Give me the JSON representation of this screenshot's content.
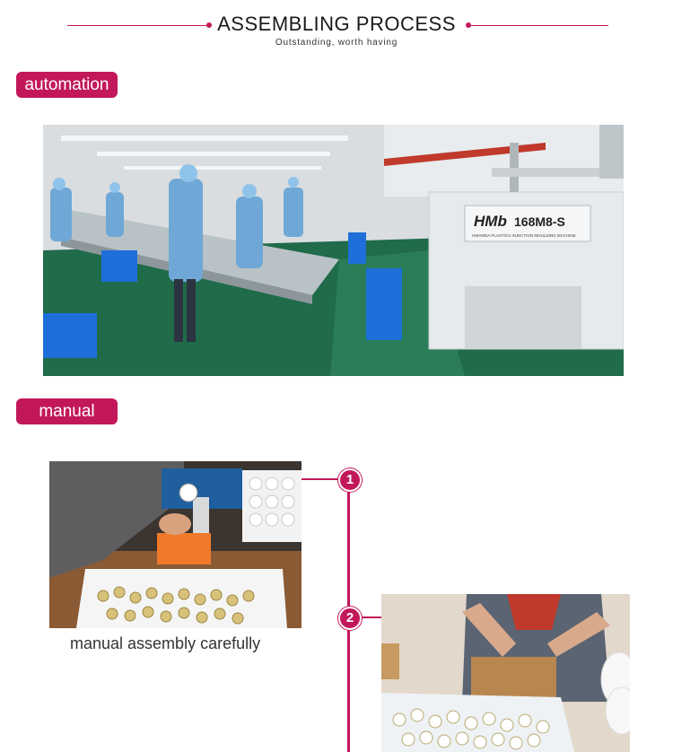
{
  "header": {
    "title": "ASSEMBLING PROCESS",
    "subtitle": "Outstanding, worth having"
  },
  "sections": {
    "automation": {
      "label": "automation"
    },
    "manual": {
      "label": "manual"
    }
  },
  "steps": [
    {
      "number": "1",
      "caption": "manual assembly carefully"
    },
    {
      "number": "2"
    }
  ],
  "machine_sign": {
    "brand": "HMb",
    "model": "168M8-S",
    "tagline": "HWAMDA PLASTICS INJECTION MOULDING MACHINE"
  },
  "colors": {
    "accent": "#c2185b",
    "floor": "#1f6b4a",
    "workwear": "#6fa8d6"
  }
}
